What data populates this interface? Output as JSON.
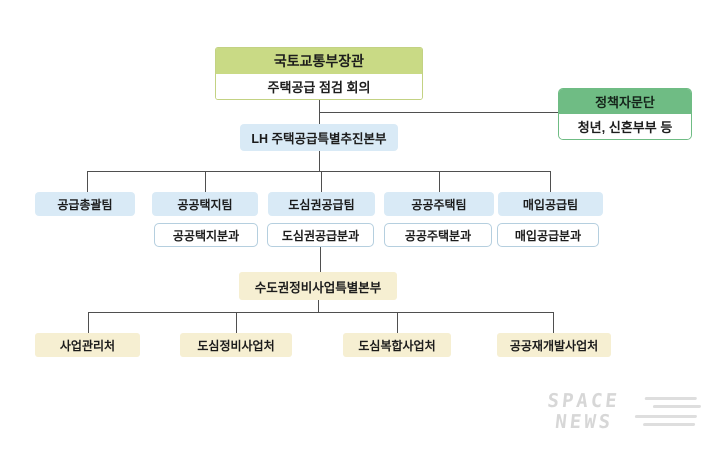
{
  "org_chart": {
    "top": {
      "title": "국토교통부장관",
      "subtitle": "주택공급 점검 회의"
    },
    "advisory": {
      "title": "정책자문단",
      "subtitle": "청년, 신혼부부 등"
    },
    "lh_hq": {
      "label": "LH 주택공급특별추진본부"
    },
    "teams": [
      {
        "label": "공급총괄팀"
      },
      {
        "label": "공공택지팀",
        "sub": "공공택지분과"
      },
      {
        "label": "도심권공급팀",
        "sub": "도심권공급분과"
      },
      {
        "label": "공공주택팀",
        "sub": "공공주택분과"
      },
      {
        "label": "매입공급팀",
        "sub": "매입공급분과"
      }
    ],
    "metro_hq": {
      "label": "수도권정비사업특별본부"
    },
    "departments": [
      {
        "label": "사업관리처"
      },
      {
        "label": "도심정비사업처"
      },
      {
        "label": "도심복합사업처"
      },
      {
        "label": "공공재개발사업처"
      }
    ]
  },
  "colors": {
    "ministry_header": "#c9da85",
    "advisory_header": "#6fbc84",
    "team_fill": "#d9eaf6",
    "sub_border": "#b5cfdf",
    "dept_fill": "#f6efd2",
    "connector": "#4f4f4f"
  },
  "watermark": {
    "line1": "SPACE",
    "line2": "NEWS"
  }
}
